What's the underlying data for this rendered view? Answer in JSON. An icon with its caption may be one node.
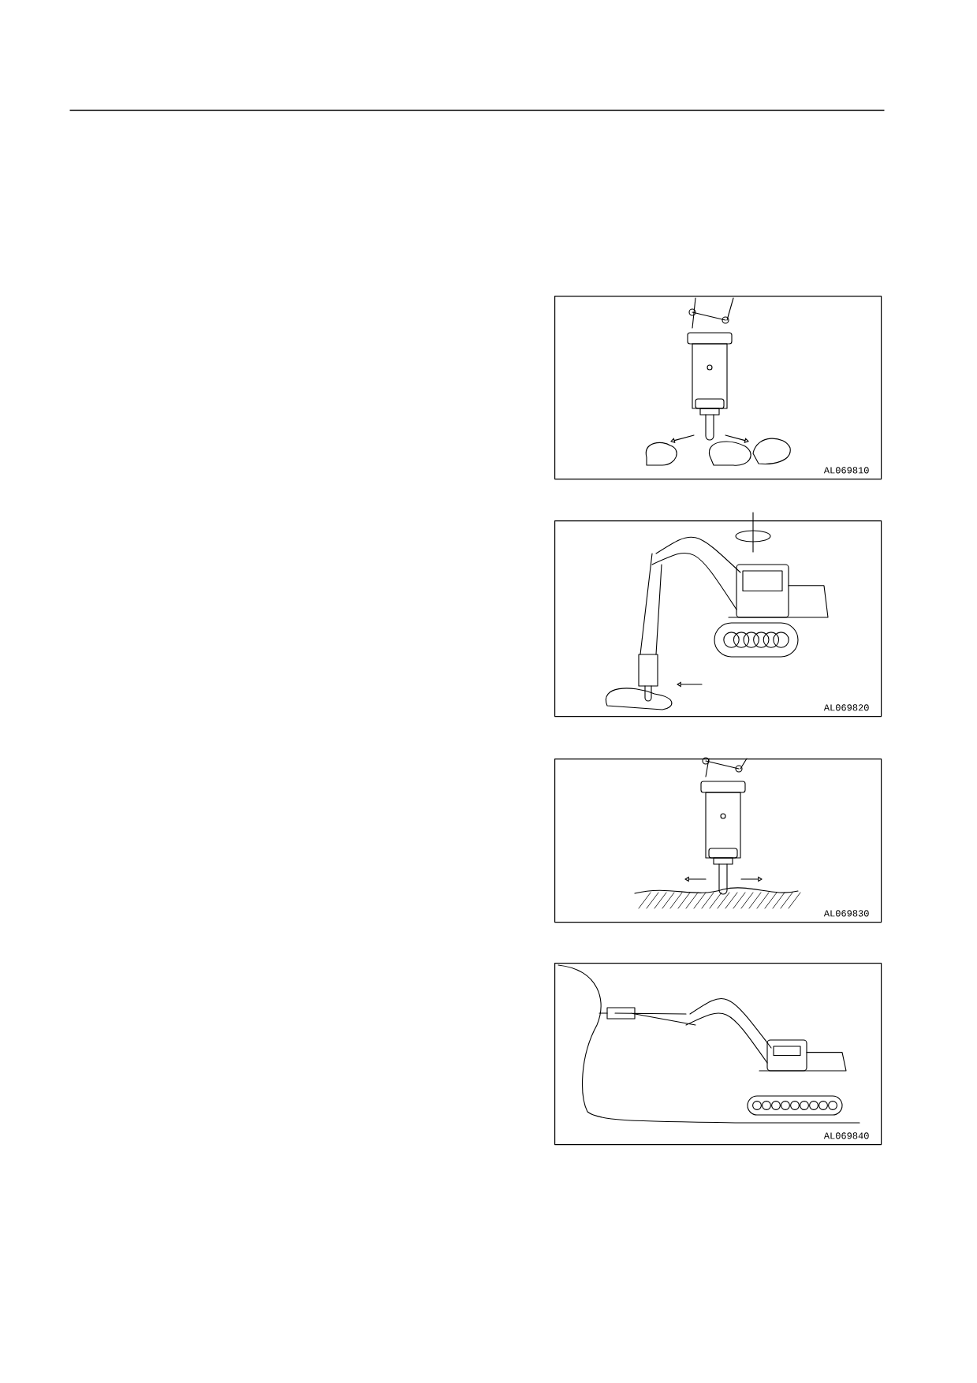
{
  "diagram": {
    "nodes": [
      {
        "text": [
          "AL069810"
        ]
      },
      {
        "text": [
          "AL069820"
        ]
      },
      {
        "text": [
          "AL069830"
        ]
      },
      {
        "text": [
          "AL069840"
        ]
      }
    ]
  }
}
